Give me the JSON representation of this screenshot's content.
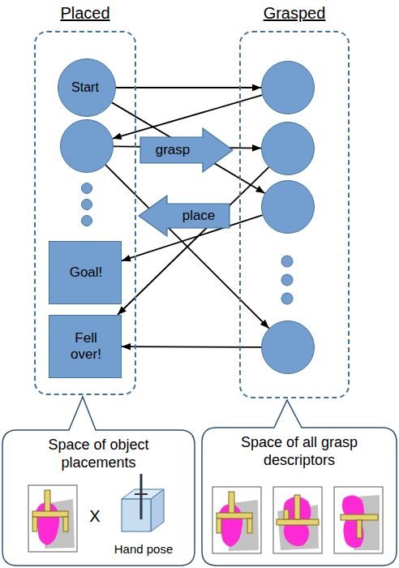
{
  "diagram": {
    "nodes": [
      {
        "text": [
          "Placed"
        ]
      },
      {
        "text": [
          "Start"
        ],
        "in": 0
      },
      {
        "text": [],
        "in": 0
      },
      {
        "text": [
          "Goal!"
        ],
        "in": 0
      },
      {
        "text": [
          "Fell over!"
        ],
        "in": 0
      },
      {
        "text": [
          "Grasped"
        ]
      },
      {
        "text": [],
        "in": 5
      },
      {
        "text": [],
        "in": 5
      },
      {
        "text": [],
        "in": 5
      },
      {
        "text": [],
        "in": 5
      },
      {
        "text": [
          "grasp"
        ]
      },
      {
        "text": [
          "place"
        ]
      },
      {
        "text": [
          "Space of object placements",
          "X",
          "Hand pose"
        ]
      },
      {
        "text": [
          "Space of all grasp descriptors"
        ]
      }
    ],
    "edges": [
      {
        "from": 1,
        "to": 6,
        "arrow": "to"
      },
      {
        "from": 1,
        "to": 8,
        "arrow": "to"
      },
      {
        "from": 2,
        "to": 7,
        "arrow": "to"
      },
      {
        "from": 2,
        "to": 9,
        "arrow": "to"
      },
      {
        "from": 6,
        "to": 2,
        "arrow": "to"
      },
      {
        "from": 7,
        "to": 4,
        "arrow": "to"
      },
      {
        "from": 8,
        "to": 3,
        "arrow": "to"
      },
      {
        "from": 9,
        "to": 4,
        "arrow": "to"
      }
    ]
  }
}
